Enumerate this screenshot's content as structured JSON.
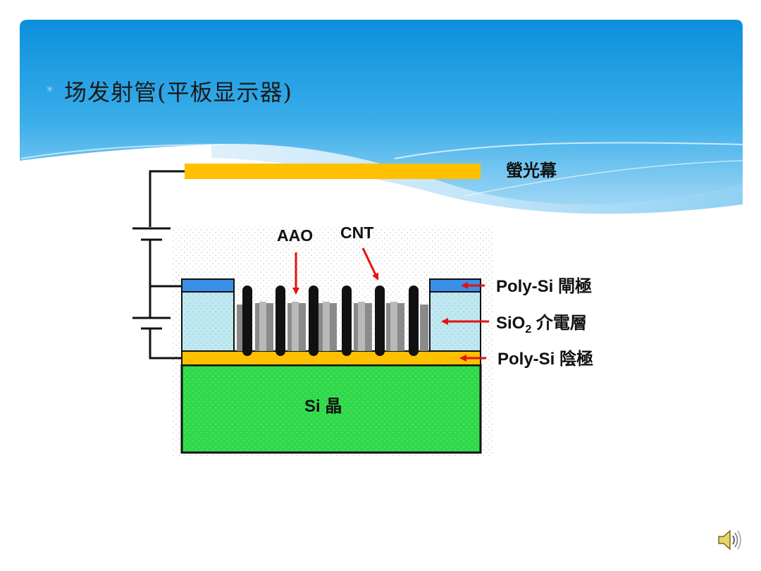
{
  "slide": {
    "title": "场发射管(平板显示器)",
    "bullet_glyph": "*"
  },
  "diagram": {
    "labels": {
      "screen": "螢光幕",
      "aao": "AAO",
      "cnt": "CNT",
      "gate": "Poly-Si 閘極",
      "dielectric_prefix": "SiO",
      "dielectric_sub": "2",
      "dielectric_suffix": " 介電層",
      "cathode": "Poly-Si 陰極",
      "substrate": "Si 晶"
    },
    "colors": {
      "screen": "#ffc000",
      "gate": "#3a8fe8",
      "dielectric": "#bfe8f0",
      "cathode": "#ffc000",
      "substrate": "#2fd94a",
      "cnt": "#111111",
      "aao": "#8a8a8a",
      "arrow": "#e81010",
      "sky_top": "#1596e0",
      "sky_bottom": "#cfeaf9"
    }
  },
  "icons": {
    "speaker": "speaker-icon"
  }
}
